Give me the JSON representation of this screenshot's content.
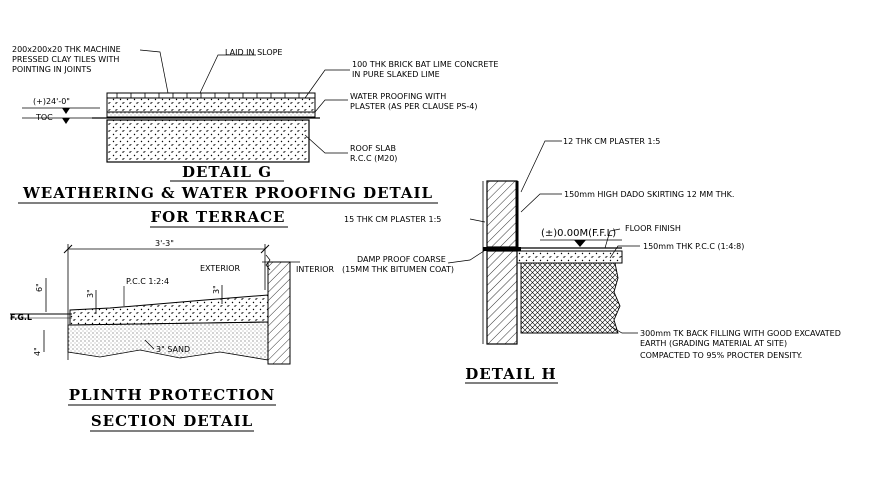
{
  "detail_g": {
    "labels": {
      "tiles_1": "200x200x20 THK MACHINE",
      "tiles_2": "PRESSED CLAY TILES WITH",
      "tiles_3": "POINTING IN JOINTS",
      "laid": "LAID IN SLOPE",
      "brickbat_1": "100 THK BRICK BAT LIME CONCRETE",
      "brickbat_2": "IN PURE SLAKED LIME",
      "waterproof_1": "WATER PROOFING WITH",
      "waterproof_2": "PLASTER (AS PER CLAUSE PS-4)",
      "level": "(+)24'-0\"",
      "toc": "TOC",
      "roofslab_1": "ROOF SLAB",
      "roofslab_2": "R.C.C (M20)"
    },
    "title_1": "DETAIL G",
    "title_2": "WEATHERING & WATER PROOFING DETAIL",
    "title_3": "FOR TERRACE"
  },
  "plinth": {
    "labels": {
      "dim_width": "3'-3\"",
      "dim_6": "6\"",
      "dim_3a": "3\"",
      "dim_3b": "3\"",
      "dim_4": "4\"",
      "pcc": "P.C.C 1:2:4",
      "exterior": "EXTERIOR",
      "interior": "INTERIOR",
      "fgl": "F.G.L",
      "sand": "3\" SAND"
    },
    "title_1": "PLINTH PROTECTION",
    "title_2": "SECTION DETAIL"
  },
  "detail_h": {
    "labels": {
      "plaster12": "12 THK CM PLASTER 1:5",
      "dado": "150mm HIGH DADO SKIRTING 12 MM THK.",
      "plaster15": "15 THK CM PLASTER 1:5",
      "ffl": "(±)0.00M(F.F.L)",
      "floor_finish": "FLOOR FINISH",
      "pcc": "150mm THK P.C.C (1:4:8)",
      "dpc_1": "DAMP PROOF COARSE",
      "dpc_2": "(15MM THK BITUMEN COAT)",
      "backfill_1": "300mm TK BACK FILLING WITH GOOD EXCAVATED",
      "backfill_2": "EARTH (GRADING MATERIAL AT SITE)",
      "backfill_3": "COMPACTED TO 95% PROCTER DENSITY."
    },
    "title": "DETAIL H"
  }
}
